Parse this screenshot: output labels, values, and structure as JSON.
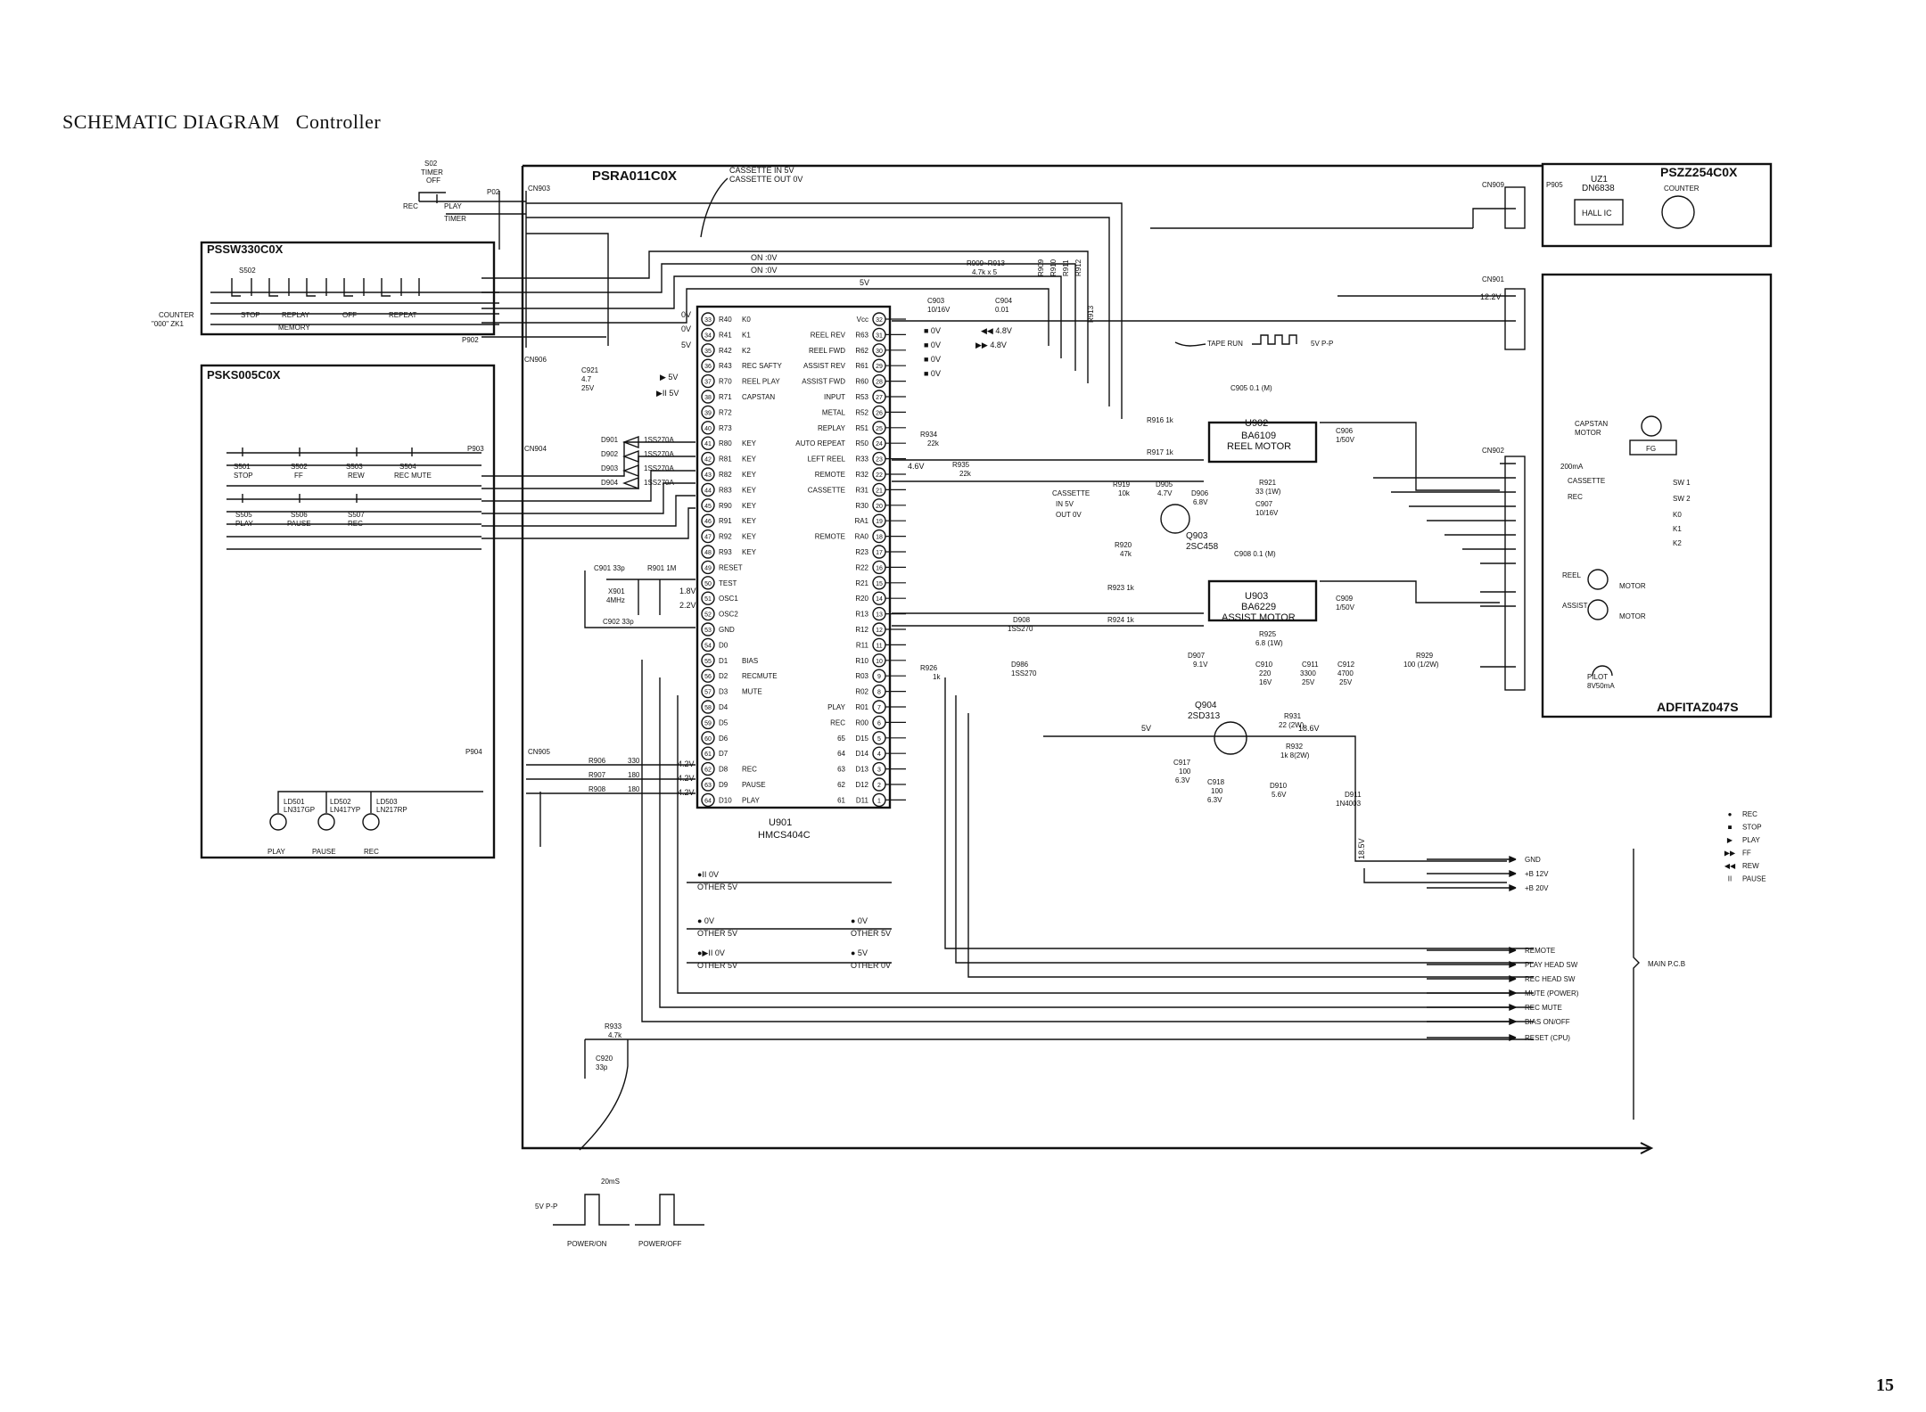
{
  "title": {
    "main": "SCHEMATIC DIAGRAM",
    "sub": "Controller"
  },
  "page_number": "15",
  "blocks": {
    "psra": "PSRA011C0X",
    "pssw": "PSSW330C0X",
    "psks": "PSKS005C0X",
    "pszz": "PSZZ254C0X",
    "adfi": "ADFITAZ047S"
  },
  "top_note": {
    "line1": "CASSETTE IN  5V",
    "line2": "CASSETTE OUT 0V"
  },
  "timer_switch": {
    "name": "S02",
    "l1": "TIMER",
    "l2": "OFF",
    "rec": "REC",
    "play": "PLAY",
    "timer": "TIMER",
    "conn": "P02"
  },
  "connectors": {
    "cn903": "CN903",
    "cn904": "CN904",
    "cn905": "CN905",
    "cn906": "CN906",
    "cn909": "CN909",
    "cn901": "CN901",
    "cn902": "CN902",
    "p902": "P902",
    "p903": "P903",
    "p904": "P904",
    "p905": "P905"
  },
  "pssw_switches": {
    "s502": "S502",
    "stop": "STOP",
    "replay": "REPLAY",
    "off": "OFF",
    "repeat": "REPEAT",
    "memory": "MEMORY",
    "counter": "COUNTER",
    "counter_sub": "\"000\" ZK1"
  },
  "psks_keys": [
    {
      "id": "S501",
      "name": "STOP"
    },
    {
      "id": "S502",
      "name": "FF"
    },
    {
      "id": "S503",
      "name": "REW"
    },
    {
      "id": "S504",
      "name": "REC MUTE"
    },
    {
      "id": "S505",
      "name": "PLAY"
    },
    {
      "id": "S506",
      "name": "PAUSE"
    },
    {
      "id": "S507",
      "name": "REC"
    }
  ],
  "leds": [
    {
      "id": "LD501",
      "part": "LN317GP",
      "name": "PLAY"
    },
    {
      "id": "LD502",
      "part": "LN417YP",
      "name": "PAUSE"
    },
    {
      "id": "LD503",
      "part": "LN217RP",
      "name": "REC"
    }
  ],
  "ic_u901": {
    "name": "U901",
    "part": "HMCS404C",
    "left": [
      [
        "33",
        "R40",
        "K0"
      ],
      [
        "34",
        "R41",
        "K1"
      ],
      [
        "35",
        "R42",
        "K2"
      ],
      [
        "36",
        "R43",
        "REC SAFTY"
      ],
      [
        "37",
        "R70",
        "REEL PLAY"
      ],
      [
        "38",
        "R71",
        "CAPSTAN"
      ],
      [
        "39",
        "R72",
        ""
      ],
      [
        "40",
        "R73",
        ""
      ],
      [
        "41",
        "R80",
        "KEY"
      ],
      [
        "42",
        "R81",
        "KEY"
      ],
      [
        "43",
        "R82",
        "KEY"
      ],
      [
        "44",
        "R83",
        "KEY"
      ],
      [
        "45",
        "R90",
        "KEY"
      ],
      [
        "46",
        "R91",
        "KEY"
      ],
      [
        "47",
        "R92",
        "KEY"
      ],
      [
        "48",
        "R93",
        "KEY"
      ],
      [
        "49",
        "RESET",
        ""
      ],
      [
        "50",
        "TEST",
        ""
      ],
      [
        "51",
        "OSC1",
        ""
      ],
      [
        "52",
        "OSC2",
        ""
      ],
      [
        "53",
        "GND",
        ""
      ],
      [
        "54",
        "D0",
        ""
      ],
      [
        "55",
        "D1",
        "BIAS"
      ],
      [
        "56",
        "D2",
        "RECMUTE"
      ],
      [
        "57",
        "D3",
        "MUTE"
      ],
      [
        "58",
        "D4",
        ""
      ],
      [
        "59",
        "D5",
        ""
      ],
      [
        "60",
        "D6",
        ""
      ],
      [
        "61",
        "D7",
        ""
      ],
      [
        "62",
        "D8",
        "REC"
      ],
      [
        "63",
        "D9",
        "PAUSE"
      ],
      [
        "64",
        "D10",
        "PLAY"
      ]
    ],
    "right": [
      [
        "32",
        "Vcc",
        ""
      ],
      [
        "31",
        "R63",
        "REEL REV"
      ],
      [
        "30",
        "R62",
        "REEL FWD"
      ],
      [
        "29",
        "R61",
        "ASSIST REV"
      ],
      [
        "28",
        "R60",
        "ASSIST FWD"
      ],
      [
        "27",
        "R53",
        "INPUT"
      ],
      [
        "26",
        "R52",
        "METAL"
      ],
      [
        "25",
        "R51",
        "REPLAY"
      ],
      [
        "24",
        "R50",
        "AUTO REPEAT"
      ],
      [
        "23",
        "R33",
        "LEFT REEL"
      ],
      [
        "22",
        "R32",
        "REMOTE"
      ],
      [
        "21",
        "R31",
        "CASSETTE"
      ],
      [
        "20",
        "R30",
        ""
      ],
      [
        "19",
        "RA1",
        ""
      ],
      [
        "18",
        "RA0",
        "REMOTE"
      ],
      [
        "17",
        "R23",
        ""
      ],
      [
        "16",
        "R22",
        ""
      ],
      [
        "15",
        "R21",
        ""
      ],
      [
        "14",
        "R20",
        ""
      ],
      [
        "13",
        "R13",
        ""
      ],
      [
        "12",
        "R12",
        ""
      ],
      [
        "11",
        "R11",
        ""
      ],
      [
        "10",
        "R10",
        ""
      ],
      [
        "9",
        "R03",
        ""
      ],
      [
        "8",
        "R02",
        ""
      ],
      [
        "7",
        "R01",
        "PLAY"
      ],
      [
        "6",
        "R00",
        "REC"
      ],
      [
        "5",
        "D15",
        "65"
      ],
      [
        "4",
        "D14",
        "64"
      ],
      [
        "3",
        "D13",
        "63"
      ],
      [
        "2",
        "D12",
        "62"
      ],
      [
        "1",
        "D11",
        "61"
      ]
    ]
  },
  "pin_volts": {
    "v0": "0V",
    "v5": "5V",
    "v18": "1.8V",
    "v22": "2.2V",
    "v42": "4.2V",
    "v48": "4.8V",
    "v46": "4.6V",
    "v122": "12.2V",
    "v186": "18.6V",
    "v185": "18.5V"
  },
  "components": {
    "c921": "C921",
    "c921v": "4.7",
    "c921w": "25V",
    "c901": "C901 33p",
    "c902": "C902 33p",
    "r901": "R901 1M",
    "x901": "X901",
    "x901f": "4MHz",
    "d901": "D901",
    "d902": "D902",
    "d903": "D903",
    "d904": "D904",
    "d_part": "1SS270A",
    "on0": "ON :0V",
    "on1": "ON :0V",
    "five": "5V",
    "r906": "R906",
    "r907": "R907",
    "r908": "R908",
    "v330": "330",
    "v180": "180",
    "v180b": "180",
    "r909": "R909~R913",
    "r909v": "4.7k x 5",
    "rn": [
      "R909",
      "R910",
      "R911",
      "R912"
    ],
    "r913": "R913",
    "c903": "C903",
    "c903v": "10/16V",
    "c904": "C904",
    "c904v": "0.01",
    "tape_run": "TAPE RUN",
    "tape_run_v": "5V P-P",
    "r934": "R934",
    "r934v": "22k",
    "r935": "R935",
    "r935v": "22k",
    "cass_in": "CASSETTE",
    "cass_in2": "IN  5V",
    "cass_in3": "OUT 0V",
    "r926": "R926",
    "r926v": "1k",
    "d908": "D908",
    "d908v": "1SS270",
    "d986": "D986",
    "d986v": "1SS270",
    "r933": "R933",
    "r933v": "4.7k",
    "c920": "C920",
    "c920v": "33p"
  },
  "u902": {
    "name": "U902",
    "part": "BA6109",
    "func": "REEL MOTOR",
    "c905": "C905 0.1 (M)",
    "r916": "R916  1k",
    "r917": "R917  1k",
    "c906": "C906",
    "c906v": "1/50V",
    "r921": "R921",
    "r921v": "33 (1W)",
    "c907": "C907",
    "c907v": "10/16V",
    "r919": "R919",
    "r919v": "10k",
    "d905": "D905",
    "d905v": "4.7V",
    "d906": "D906",
    "d906v": "6.8V",
    "q903": "Q903",
    "q903p": "2SC458",
    "r920": "R920",
    "r920v": "47k"
  },
  "u903": {
    "name": "U903",
    "part": "BA6229",
    "func": "ASSIST MOTOR",
    "c908": "C908 0.1 (M)",
    "r923": "R923  1k",
    "r924": "R924  1k",
    "c909": "C909",
    "c909v": "1/50V",
    "r925": "R925",
    "r925v": "6.8 (1W)",
    "d907": "D907",
    "d907v": "9.1V",
    "c910": "C910",
    "c910v": "220",
    "c910w": "16V",
    "c911": "C911",
    "c911v": "3300",
    "c911w": "25V",
    "c912": "C912",
    "c912v": "4700",
    "c912w": "25V"
  },
  "q904": {
    "name": "Q904",
    "part": "2SD313",
    "r931": "R931",
    "r931v": "22 (2W)",
    "r932": "R932",
    "r932v": "1k  8(2W)",
    "c917": "C917",
    "c917v": "100",
    "c917w": "6.3V",
    "c918": "C918",
    "c918v": "100",
    "c918w": "6.3V",
    "d910": "D910",
    "d910v": "5.6V",
    "d911": "D911",
    "d911v": "1N4003",
    "r929": "R929",
    "r929v": "100 (1/2W)"
  },
  "pszz": {
    "uz1": "UZ1",
    "uz1p": "DN6838",
    "hall": "HALL IC",
    "counter": "COUNTER"
  },
  "adfi": {
    "capstan": "CAPSTAN",
    "capstan2": "MOTOR",
    "fg": "FG",
    "ma": "200mA",
    "cassette": "CASSETTE",
    "rec": "REC",
    "sw1": "SW 1",
    "sw2": "SW 2",
    "k0": "K0",
    "k1": "K1",
    "k2": "K2",
    "reel": "REEL",
    "motor": "MOTOR",
    "assist": "ASSIST",
    "motor2": "MOTOR",
    "pilot": "PILOT",
    "pilot2": "8V50mA"
  },
  "main_pcb": {
    "label": "MAIN P.C.B",
    "lines": [
      "GND",
      "+B 12V",
      "+B 20V",
      "REMOTE",
      "PLAY HEAD SW",
      "REC HEAD SW",
      "MUTE  (POWER)",
      "REC MUTE",
      "BIAS ON/OFF",
      "RESET  (CPU)"
    ]
  },
  "legend": [
    {
      "sym": "●",
      "label": "REC"
    },
    {
      "sym": "■",
      "label": "STOP"
    },
    {
      "sym": "▶",
      "label": "PLAY"
    },
    {
      "sym": "▶▶",
      "label": "FF"
    },
    {
      "sym": "◀◀",
      "label": "REW"
    },
    {
      "sym": "II",
      "label": "PAUSE"
    }
  ],
  "state_notes": [
    [
      "●II  0V",
      "OTHER 5V"
    ],
    [
      "●  0V",
      "OTHER 5V"
    ],
    [
      "●▶II  0V",
      "OTHER 5V"
    ],
    [
      "●  0V",
      "OTHER 5V"
    ],
    [
      "●  5V",
      "OTHER 0V"
    ]
  ],
  "mode_marks": [
    [
      "■ 0V",
      "◀◀ 4.8V"
    ],
    [
      "■ 0V",
      "▶▶ 4.8V"
    ],
    [
      "■ 0V",
      ""
    ],
    [
      "■ 0V",
      ""
    ]
  ],
  "sig_marks": {
    "play5": "▶  5V",
    "pause5": "▶II 5V"
  },
  "waveform": {
    "amp": "5V P-P",
    "width": "20mS",
    "on": "POWER/ON",
    "off": "POWER/OFF"
  }
}
